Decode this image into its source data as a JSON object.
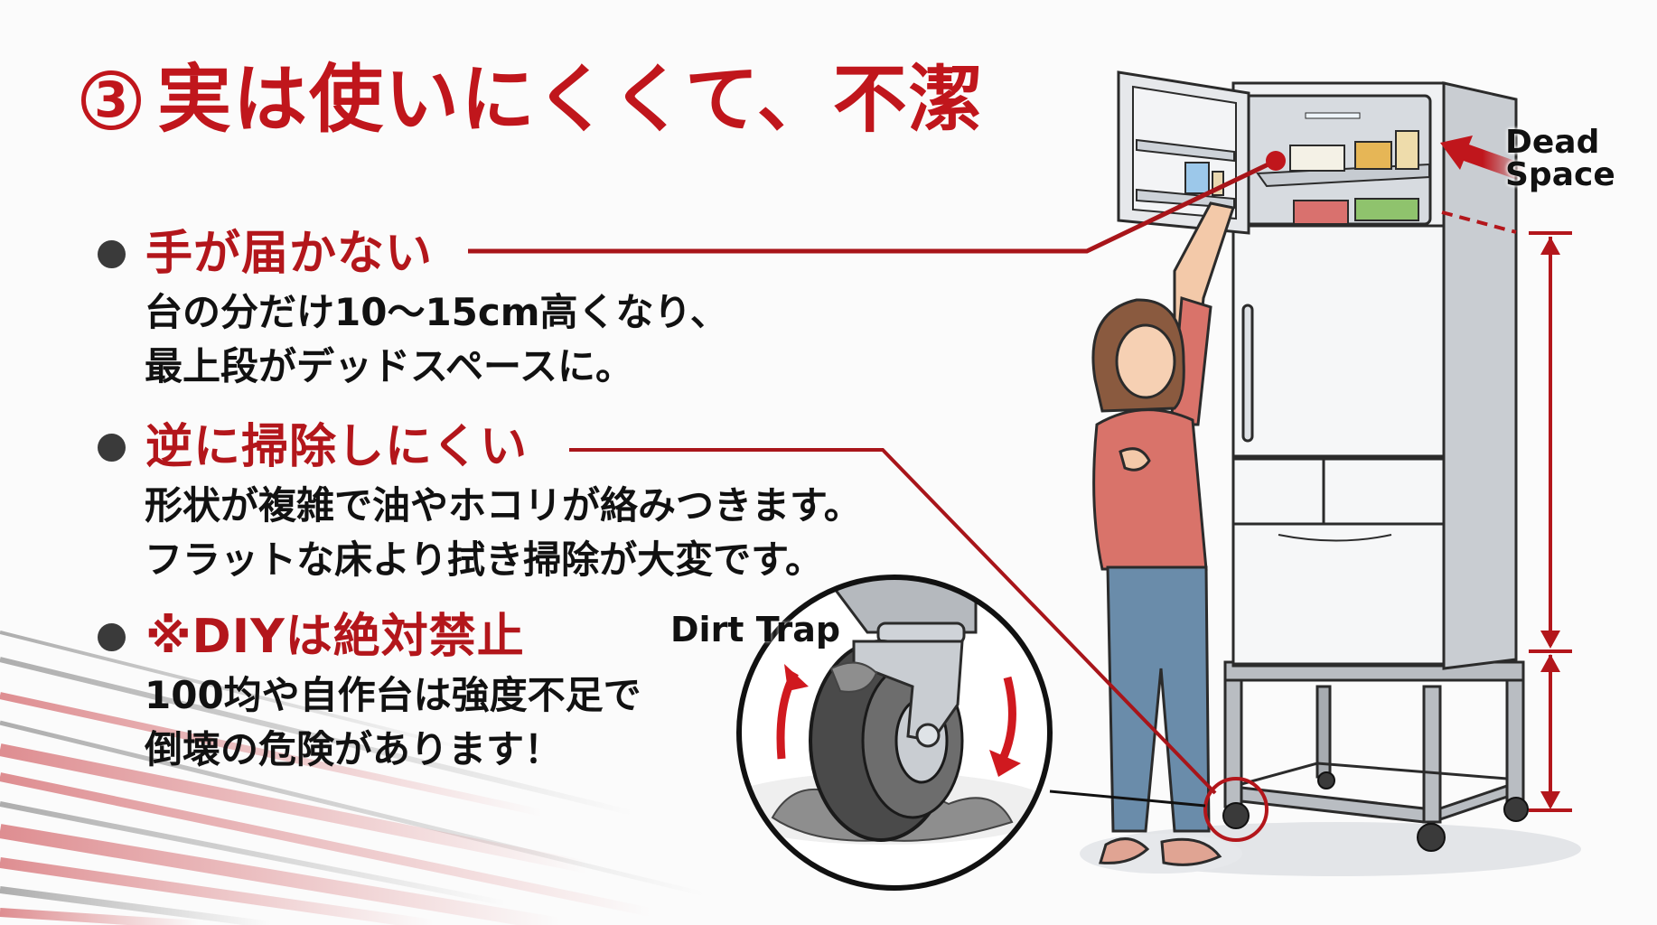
{
  "title": {
    "number": "3",
    "text": "実は使いにくくて、不潔"
  },
  "sections": [
    {
      "heading": "手が届かない",
      "lines": [
        "台の分だけ10〜15cm高くなり、",
        "最上段がデッドスペースに。"
      ]
    },
    {
      "heading": "逆に掃除しにくい",
      "lines": [
        "形状が複雑で油やホコリが絡みつきます。",
        "フラットな床より拭き掃除が大変です。"
      ]
    },
    {
      "heading": "※DIYは絶対禁止",
      "lines": [
        "100均や自作台は強度不足で",
        "倒壊の危険があります！"
      ]
    }
  ],
  "illustration": {
    "dead_space_label_line1": "Dead",
    "dead_space_label_line2": "Space",
    "dirt_trap_label": "Dirt Trap"
  },
  "colors": {
    "accent_red": "#c0161c",
    "heading_red": "#b3161b",
    "bullet": "#3a3a3a",
    "text": "#111111",
    "background": "#fbfbfb"
  }
}
